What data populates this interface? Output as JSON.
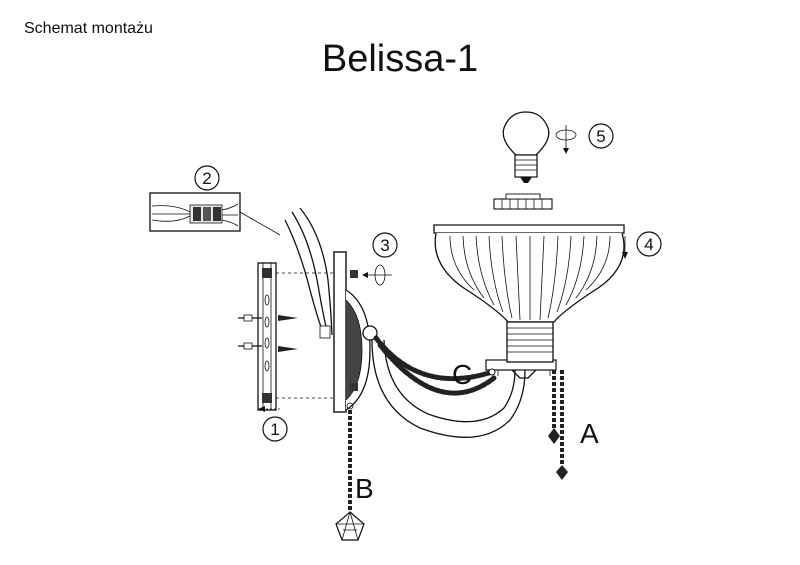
{
  "header": {
    "subtitle": "Schemat montażu",
    "title": "Belissa-1"
  },
  "steps": [
    {
      "number": "1"
    },
    {
      "number": "2"
    },
    {
      "number": "3"
    },
    {
      "number": "4"
    },
    {
      "number": "5"
    }
  ],
  "parts": {
    "a": "A",
    "b": "B",
    "c": "C"
  },
  "colors": {
    "ink": "#111111",
    "background": "#ffffff"
  }
}
